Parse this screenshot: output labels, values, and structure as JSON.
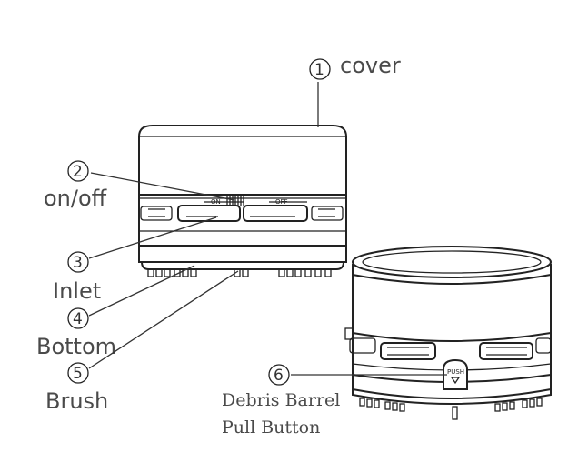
{
  "callouts": [
    {
      "number": "1",
      "label": "cover"
    },
    {
      "number": "2",
      "label": "on/off"
    },
    {
      "number": "3",
      "label": "Inlet"
    },
    {
      "number": "4",
      "label": "Bottom"
    },
    {
      "number": "5",
      "label": "Brush"
    },
    {
      "number": "6",
      "label_line1": "Debris Barrel",
      "label_line2": "Pull Button"
    }
  ],
  "device_markings": {
    "switch_on": "ON",
    "switch_off": "OFF",
    "push_button": "PUSH"
  }
}
